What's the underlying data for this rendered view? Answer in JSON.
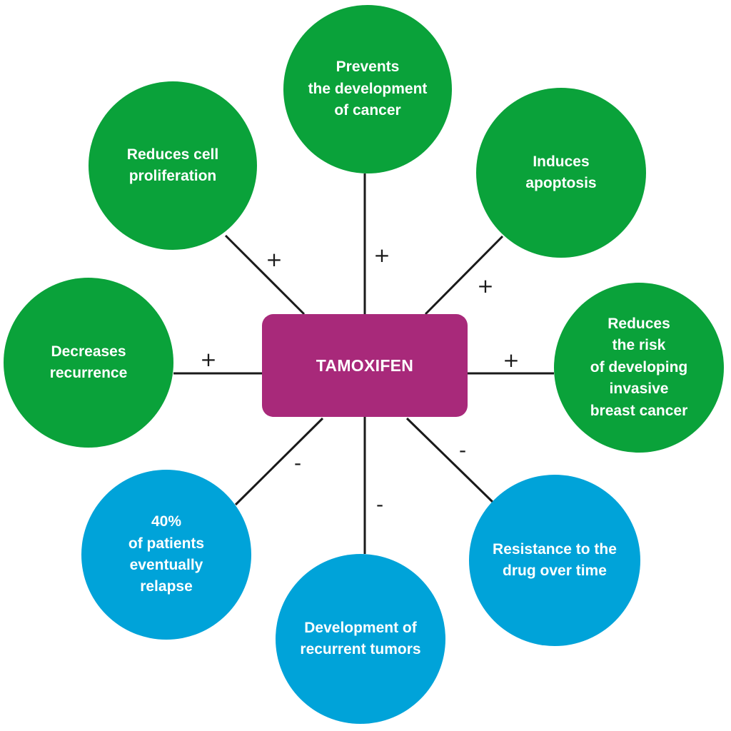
{
  "center": {
    "label": "TAMOXIFEN",
    "color": "#a8297a"
  },
  "colors": {
    "positive": "#0aa23a",
    "negative": "#00a3d9",
    "connector": "#1a1a1a"
  },
  "effects": [
    {
      "id": "prevents-development",
      "text": "Prevents\nthe development\nof cancer",
      "sign": "+",
      "kind": "positive"
    },
    {
      "id": "induces-apoptosis",
      "text": "Induces\napoptosis",
      "sign": "+",
      "kind": "positive"
    },
    {
      "id": "reduces-risk",
      "text": "Reduces\nthe risk\nof developing\ninvasive\nbreast cancer",
      "sign": "+",
      "kind": "positive"
    },
    {
      "id": "resistance-over-time",
      "text": "Resistance to the\ndrug over time",
      "sign": "-",
      "kind": "negative"
    },
    {
      "id": "recurrent-tumors",
      "text": "Development of\nrecurrent tumors",
      "sign": "-",
      "kind": "negative"
    },
    {
      "id": "patients-relapse",
      "text": "40%\nof patients\neventually\nrelapse",
      "sign": "-",
      "kind": "negative"
    },
    {
      "id": "decreases-recurrence",
      "text": "Decreases\nrecurrence",
      "sign": "+",
      "kind": "positive"
    },
    {
      "id": "reduces-proliferation",
      "text": "Reduces cell\nproliferation",
      "sign": "+",
      "kind": "positive"
    }
  ]
}
